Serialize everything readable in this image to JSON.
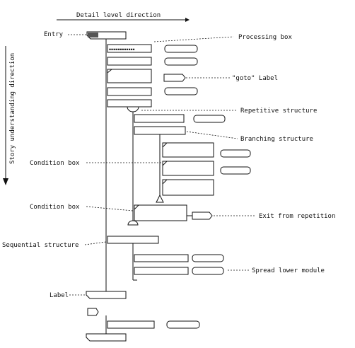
{
  "labels": {
    "detail_direction": "Detail level direction",
    "story_direction": "Story understanding direction",
    "entry": "Entry",
    "processing_box": "Processing box",
    "goto_label": "\"goto\" Label",
    "repetitive_structure": "Repetitive structure",
    "branching_structure": "Branching structure",
    "condition_box_1": "Condition box",
    "condition_box_2": "Condition box",
    "exit_from_repetition": "Exit from repetition",
    "sequential_structure": "Sequential structure",
    "spread_lower_module": "Spread lower module",
    "label": "Label"
  }
}
